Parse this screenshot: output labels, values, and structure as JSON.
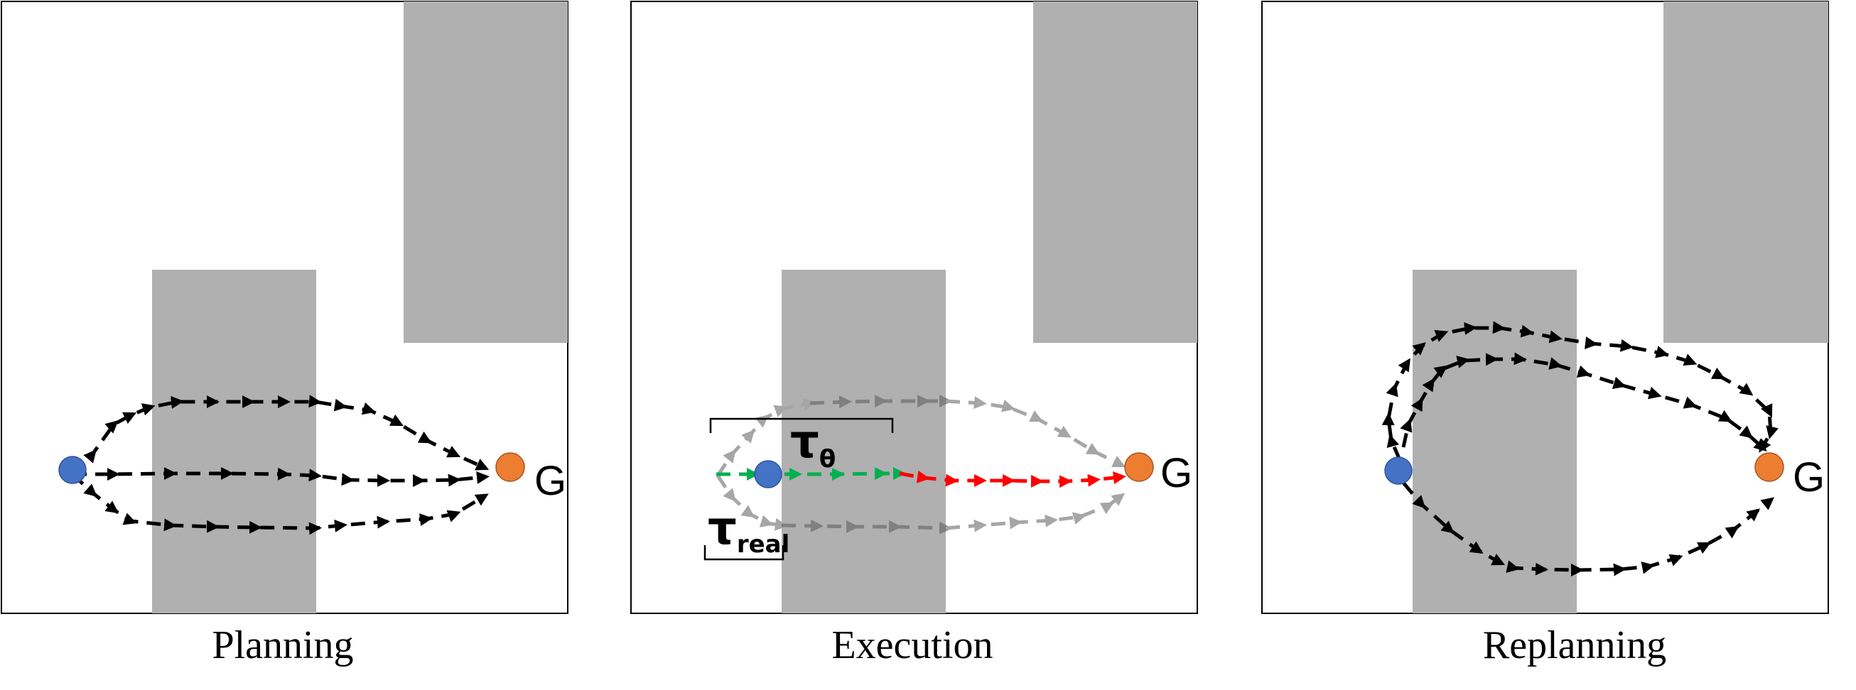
{
  "colors": {
    "obstacle": "#b0b0b0",
    "robot": "#4472c4",
    "robot_stroke": "#2f55a0",
    "goal": "#ed7d31",
    "goal_stroke": "#a8541e",
    "path_black": "#000000",
    "path_light_gray": "#a6a6a6",
    "path_dark_gray": "#808080",
    "path_green": "#00b050",
    "path_red": "#ff0000"
  },
  "panels": [
    {
      "name": "planning",
      "caption": "Planning",
      "goal_label": "G"
    },
    {
      "name": "execution",
      "caption": "Execution",
      "goal_label": "G",
      "labels": {
        "tau_theta": {
          "symbol": "τ",
          "sub": "θ"
        },
        "tau_real": {
          "symbol": "τ",
          "sub": "real"
        }
      }
    },
    {
      "name": "replanning",
      "caption": "Replanning",
      "goal_label": "G"
    }
  ]
}
